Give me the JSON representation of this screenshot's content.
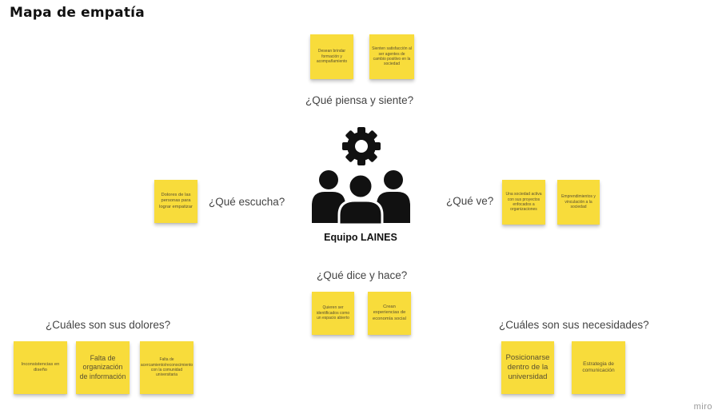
{
  "title": "Mapa de empatía",
  "center": {
    "label": "Equipo LAINES",
    "icon": "team-gear-icon"
  },
  "sections": {
    "piensa": {
      "question": "¿Qué piensa y siente?",
      "notes": [
        "Desean brindar formación y acompañamiento",
        "Sienten satisfacción al ser agentes de cambio positivo en la sociedad"
      ]
    },
    "escucha": {
      "question": "¿Qué escucha?",
      "notes": [
        "Dolores de las personas para lograr empatizar"
      ]
    },
    "ve": {
      "question": "¿Qué ve?",
      "notes": [
        "Una sociedad activa con sus proyectos enfocados a organizaciones",
        "Emprendimientos y vinculación a la sociedad"
      ]
    },
    "dice": {
      "question": "¿Qué dice y hace?",
      "notes": [
        "Quieren ser identificados como un espacio abierto",
        "Crean experiencias de economía social"
      ]
    },
    "dolores": {
      "question": "¿Cuáles son sus dolores?",
      "notes": [
        "Inconsistencias en diseño",
        "Falta de organización de información",
        "Falta de acercamiento/reconocimiento con la comunidad universitaria"
      ]
    },
    "necesidades": {
      "question": "¿Cuáles son sus necesidades?",
      "notes": [
        "Posicionarse dentro de la universidad",
        "Estrategia de comunicación"
      ]
    }
  },
  "brand": "miro",
  "colors": {
    "sticky": "#f8dc3b",
    "icon": "#111111"
  }
}
